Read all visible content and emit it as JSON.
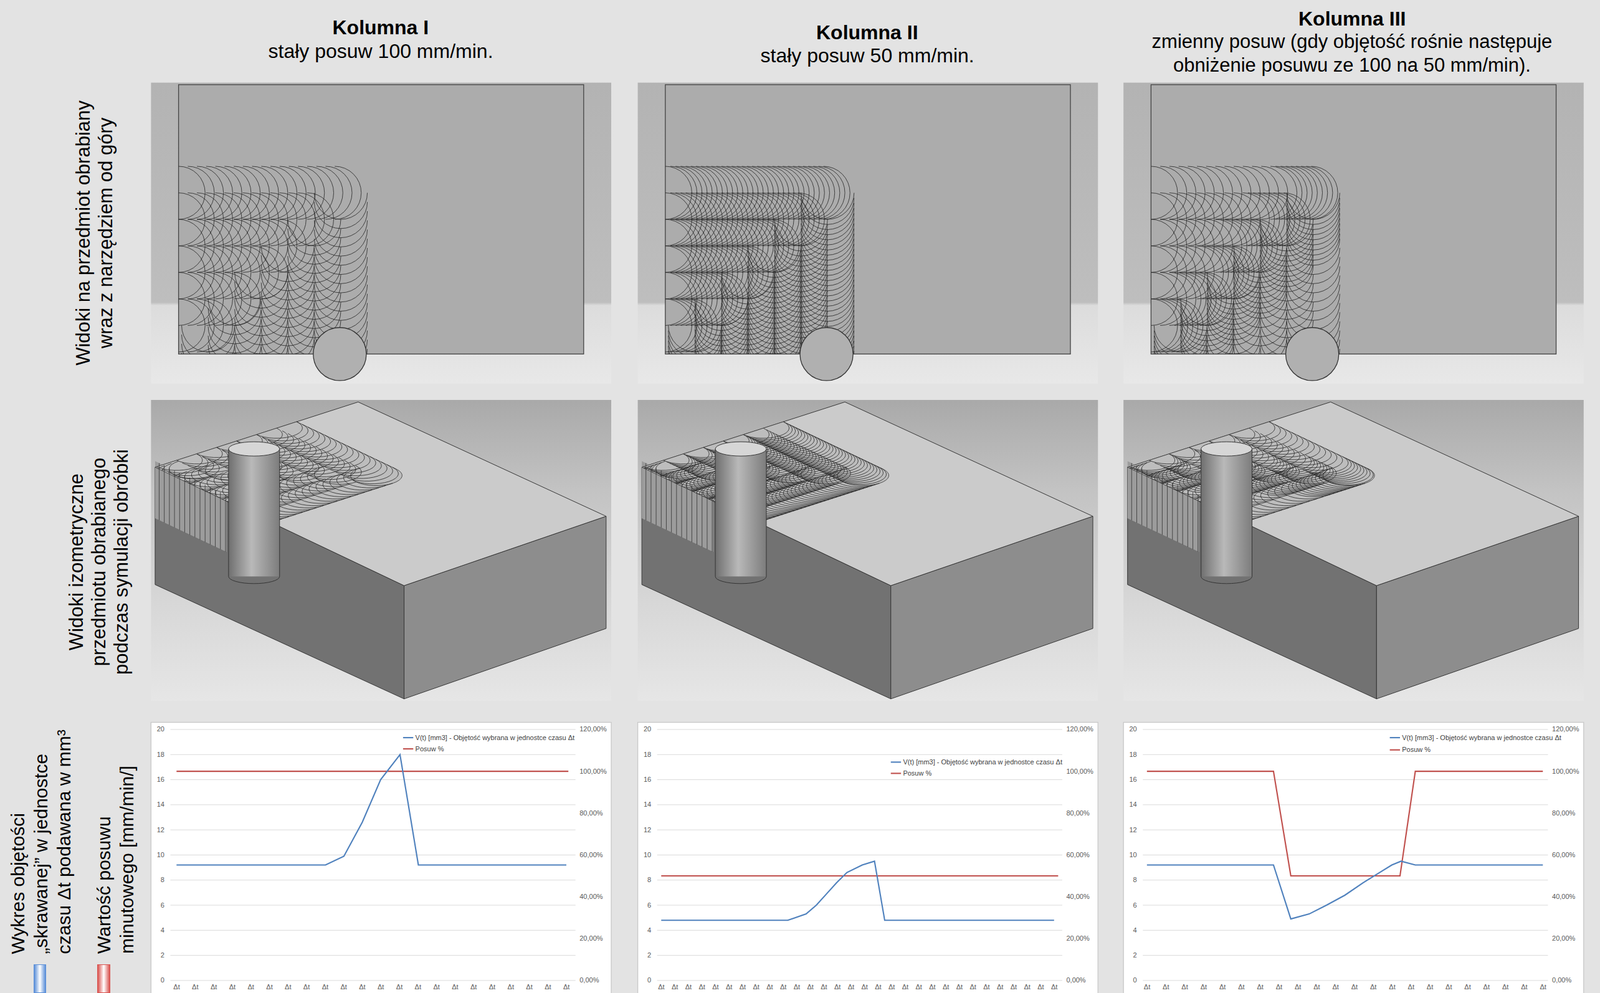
{
  "diagram": {
    "labels": [
      "Kolumna I",
      "stały posuw 100 mm/min.",
      "Kolumna II",
      "stały posuw 50 mm/min.",
      "Kolumna III",
      "zmienny posuw (gdy objętość rośnie następuje obniżenie posuwu ze 100 na 50 mm/min).",
      "Widoki na przedmiot obrabiany wraz z narzędziem od góry",
      "Widoki izometryczne przedmiotu obrabianego podczas symulacji obróbki",
      "0",
      "2",
      "4",
      "6",
      "8",
      "10",
      "12",
      "14",
      "16",
      "18",
      "20",
      "0,00%",
      "20,00%",
      "40,00%",
      "60,00%",
      "80,00%",
      "100,00%",
      "120,00%",
      "Δt",
      "Δt",
      "Δt",
      "Δt",
      "Δt",
      "Δt",
      "Δt",
      "Δt",
      "Δt",
      "Δt",
      "Δt",
      "Δt",
      "Δt",
      "Δt",
      "Δt",
      "Δt",
      "Δt",
      "Δt",
      "Δt",
      "Δt",
      "Δt",
      "Δt",
      "0",
      "2",
      "4",
      "6",
      "8",
      "10",
      "12",
      "14",
      "16",
      "18",
      "20",
      "0,00%",
      "20,00%",
      "40,00%",
      "60,00%",
      "80,00%",
      "100,00%",
      "120,00%",
      "Δt",
      "Δt",
      "Δt",
      "Δt",
      "Δt",
      "Δt",
      "Δt",
      "Δt",
      "Δt",
      "Δt",
      "Δt",
      "Δt",
      "Δt",
      "Δt",
      "Δt",
      "Δt",
      "Δt",
      "Δt",
      "Δt",
      "Δt",
      "Δt",
      "Δt",
      "Δt",
      "Δt",
      "Δt",
      "Δt",
      "Δt",
      "Δt",
      "Δt",
      "Δt",
      "0",
      "2",
      "4",
      "6",
      "8",
      "10",
      "12",
      "14",
      "16",
      "18",
      "20",
      "0,00%",
      "20,00%",
      "40,00%",
      "60,00%",
      "80,00%",
      "100,00%",
      "120,00%",
      "Δt",
      "Δt",
      "Δt",
      "Δt",
      "Δt",
      "Δt",
      "Δt",
      "Δt",
      "Δt",
      "Δt",
      "Δt",
      "Δt",
      "Δt",
      "Δt",
      "Δt",
      "Δt",
      "Δt",
      "Δt",
      "Δt",
      "Δt",
      "Δt",
      "Δt"
    ],
    "legend": [
      {
        "text": "Wykres objętości „skrawanej” w jednostce czasu Δt podawana w mm³",
        "color": "#5b8fd8"
      },
      {
        "text": "Wartość posuwu minutowego [mm/min/]",
        "color": "#d9534f"
      },
      {
        "text": "V(t) [mm3] - Objętość wybrana w jednostce czasu Δt"
      },
      {
        "text": "Posuw %"
      },
      {
        "text": "V(t) [mm3] - Objętość wybrana w jednostce czasu Δt"
      },
      {
        "text": "Posuw %"
      },
      {
        "text": "V(t) [mm3] - Objętość wybrana w jednostce czasu Δt"
      },
      {
        "text": "Posuw %"
      }
    ]
  }
}
